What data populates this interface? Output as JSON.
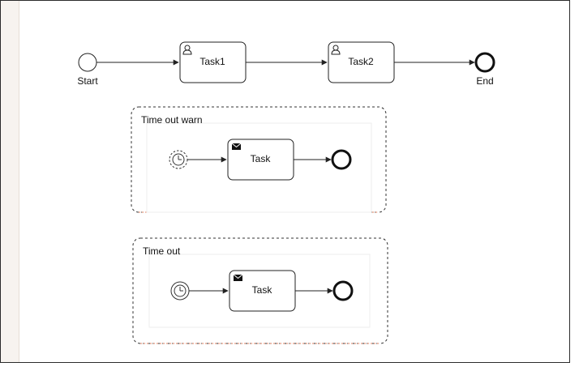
{
  "diagram": {
    "main_flow": {
      "start_label": "Start",
      "end_label": "End",
      "task1_label": "Task1",
      "task2_label": "Task2"
    },
    "subprocess_warn": {
      "title": "Time out warn",
      "task_label": "Task"
    },
    "subprocess_timeout": {
      "title": "Time out",
      "task_label": "Task"
    }
  },
  "icons": {
    "user_task": "user-icon",
    "message": "envelope-icon",
    "timer": "timer-icon"
  }
}
